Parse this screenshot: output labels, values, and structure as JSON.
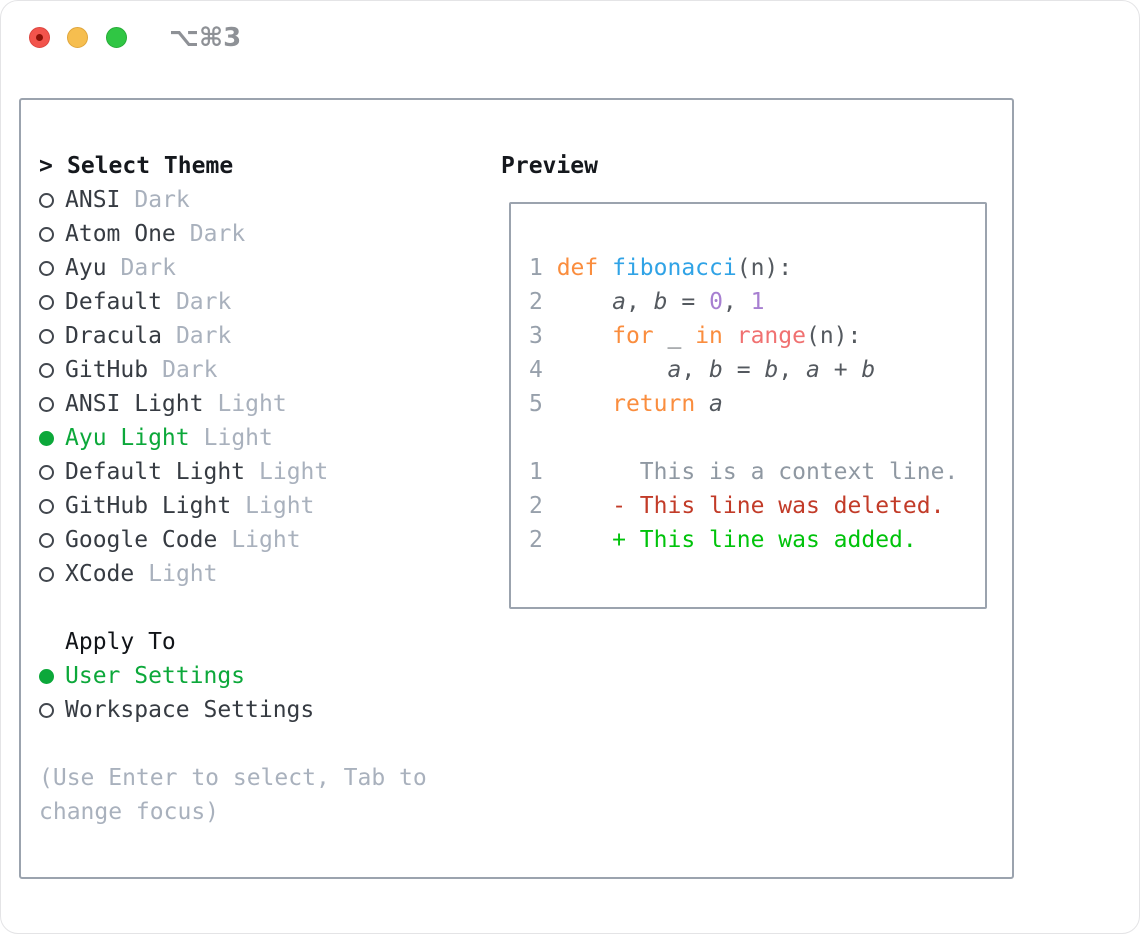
{
  "window": {
    "title": "⌥⌘3"
  },
  "theme_panel": {
    "cursor": ">",
    "header": "Select Theme",
    "items": [
      {
        "name": "ANSI",
        "variant": "Dark",
        "selected": false
      },
      {
        "name": "Atom One",
        "variant": "Dark",
        "selected": false
      },
      {
        "name": "Ayu",
        "variant": "Dark",
        "selected": false
      },
      {
        "name": "Default",
        "variant": "Dark",
        "selected": false
      },
      {
        "name": "Dracula",
        "variant": "Dark",
        "selected": false
      },
      {
        "name": "GitHub",
        "variant": "Dark",
        "selected": false
      },
      {
        "name": "ANSI Light",
        "variant": "Light",
        "selected": false
      },
      {
        "name": "Ayu Light",
        "variant": "Light",
        "selected": true
      },
      {
        "name": "Default Light",
        "variant": "Light",
        "selected": false
      },
      {
        "name": "GitHub Light",
        "variant": "Light",
        "selected": false
      },
      {
        "name": "Google Code",
        "variant": "Light",
        "selected": false
      },
      {
        "name": "XCode",
        "variant": "Light",
        "selected": false
      }
    ]
  },
  "apply_panel": {
    "header": "Apply To",
    "items": [
      {
        "label": "User Settings",
        "selected": true
      },
      {
        "label": "Workspace Settings",
        "selected": false
      }
    ]
  },
  "hint": "(Use Enter to select, Tab to change focus)",
  "preview": {
    "header": "Preview",
    "colors": {
      "fg": "#54595f",
      "kw": "#fa8d3e",
      "fn": "#30a3e6",
      "num": "#a77fd1",
      "call": "#f07171",
      "ln": "#97a0ab",
      "ctx": "#8f98a2",
      "del": "#c23b28",
      "add": "#00c30b"
    },
    "ui_colors": {
      "selection_green": "#0ca83a",
      "border_gray": "#9ba3ae"
    },
    "lines": [
      {
        "tokens": [
          {
            "c": "ln",
            "t": "1 "
          },
          {
            "c": "kw",
            "t": "def "
          },
          {
            "c": "fn",
            "t": "fibonacci"
          },
          {
            "c": "fg",
            "t": "(n):"
          }
        ]
      },
      {
        "tokens": [
          {
            "c": "ln",
            "t": "2 "
          },
          {
            "c": "fg",
            "t": "    "
          },
          {
            "c": "fg",
            "t": "a",
            "i": true
          },
          {
            "c": "fg",
            "t": ", "
          },
          {
            "c": "fg",
            "t": "b",
            "i": true
          },
          {
            "c": "fg",
            "t": " = "
          },
          {
            "c": "num",
            "t": "0"
          },
          {
            "c": "fg",
            "t": ", "
          },
          {
            "c": "num",
            "t": "1"
          }
        ]
      },
      {
        "tokens": [
          {
            "c": "ln",
            "t": "3 "
          },
          {
            "c": "fg",
            "t": "    "
          },
          {
            "c": "kw",
            "t": "for "
          },
          {
            "c": "fg",
            "t": "_ "
          },
          {
            "c": "kw",
            "t": "in "
          },
          {
            "c": "call",
            "t": "range"
          },
          {
            "c": "fg",
            "t": "(n):"
          }
        ]
      },
      {
        "tokens": [
          {
            "c": "ln",
            "t": "4 "
          },
          {
            "c": "fg",
            "t": "        "
          },
          {
            "c": "fg",
            "t": "a",
            "i": true
          },
          {
            "c": "fg",
            "t": ", "
          },
          {
            "c": "fg",
            "t": "b",
            "i": true
          },
          {
            "c": "fg",
            "t": " = "
          },
          {
            "c": "fg",
            "t": "b",
            "i": true
          },
          {
            "c": "fg",
            "t": ", "
          },
          {
            "c": "fg",
            "t": "a",
            "i": true
          },
          {
            "c": "fg",
            "t": " + "
          },
          {
            "c": "fg",
            "t": "b",
            "i": true
          }
        ]
      },
      {
        "tokens": [
          {
            "c": "ln",
            "t": "5 "
          },
          {
            "c": "fg",
            "t": "    "
          },
          {
            "c": "kw",
            "t": "return "
          },
          {
            "c": "fg",
            "t": "a",
            "i": true
          }
        ]
      },
      {
        "tokens": []
      },
      {
        "tokens": [
          {
            "c": "ln",
            "t": "1 "
          },
          {
            "c": "ctx",
            "t": "      This is a context line."
          }
        ]
      },
      {
        "tokens": [
          {
            "c": "ln",
            "t": "2 "
          },
          {
            "c": "del",
            "t": "    - This line was deleted."
          }
        ]
      },
      {
        "tokens": [
          {
            "c": "ln",
            "t": "2 "
          },
          {
            "c": "add",
            "t": "    + This line was added."
          }
        ]
      }
    ]
  }
}
